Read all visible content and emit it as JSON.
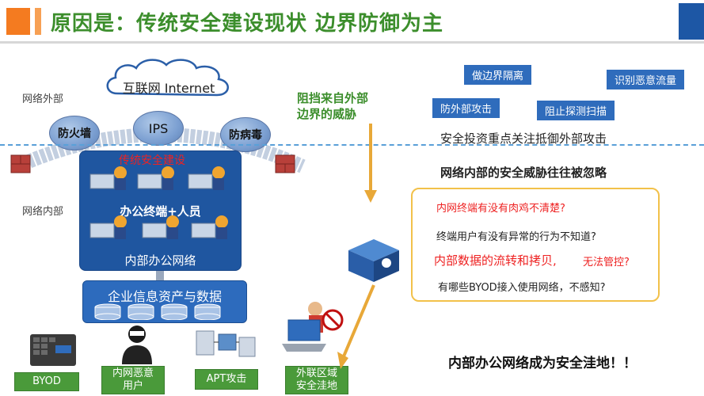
{
  "header": {
    "title": "原因是：传统安全建设现状  边界防御为主"
  },
  "regions": {
    "outside": "网络外部",
    "inside": "网络内部"
  },
  "internet": "互联网 Internet",
  "defenses": {
    "firewall": "防火墙",
    "ips": "IPS",
    "antivirus": "防病毒"
  },
  "office": {
    "traditional": "传统安全建设",
    "terminals": "办公终端+人员",
    "network": "内部办公网络"
  },
  "enterprise_data": "企业信息资产与数据",
  "threat_label": [
    "阻挡来自外部",
    "边界的威胁"
  ],
  "bottom_labels": {
    "byod": "BYOD",
    "insider": "内网恶意用户",
    "apt": "APT攻击",
    "external": "外联区域安全洼地"
  },
  "blue_tags": {
    "isolation": "做边界隔离",
    "malicious_traffic": "识别恶意流量",
    "prevent_attack": "防外部攻击",
    "block_scan": "阻止探测扫描"
  },
  "right_texts": {
    "investment": "安全投资重点关注抵御外部攻击",
    "ignored": "网络内部的安全威胁往往被忽略"
  },
  "questions": {
    "q1": "内网终端有没有肉鸡不清楚?",
    "q2": "终端用户有没有异常的行为不知道?",
    "q3a": "内部数据的流转和拷贝,",
    "q3b": "无法管控?",
    "q4": "有哪些BYOD接入使用网络，不感知?"
  },
  "conclusion": "内部办公网络成为安全洼地！！",
  "colors": {
    "accent_green": "#3c8e2c",
    "dark_blue": "#1f56a0",
    "orange": "#f47b20",
    "red": "#e22222"
  }
}
